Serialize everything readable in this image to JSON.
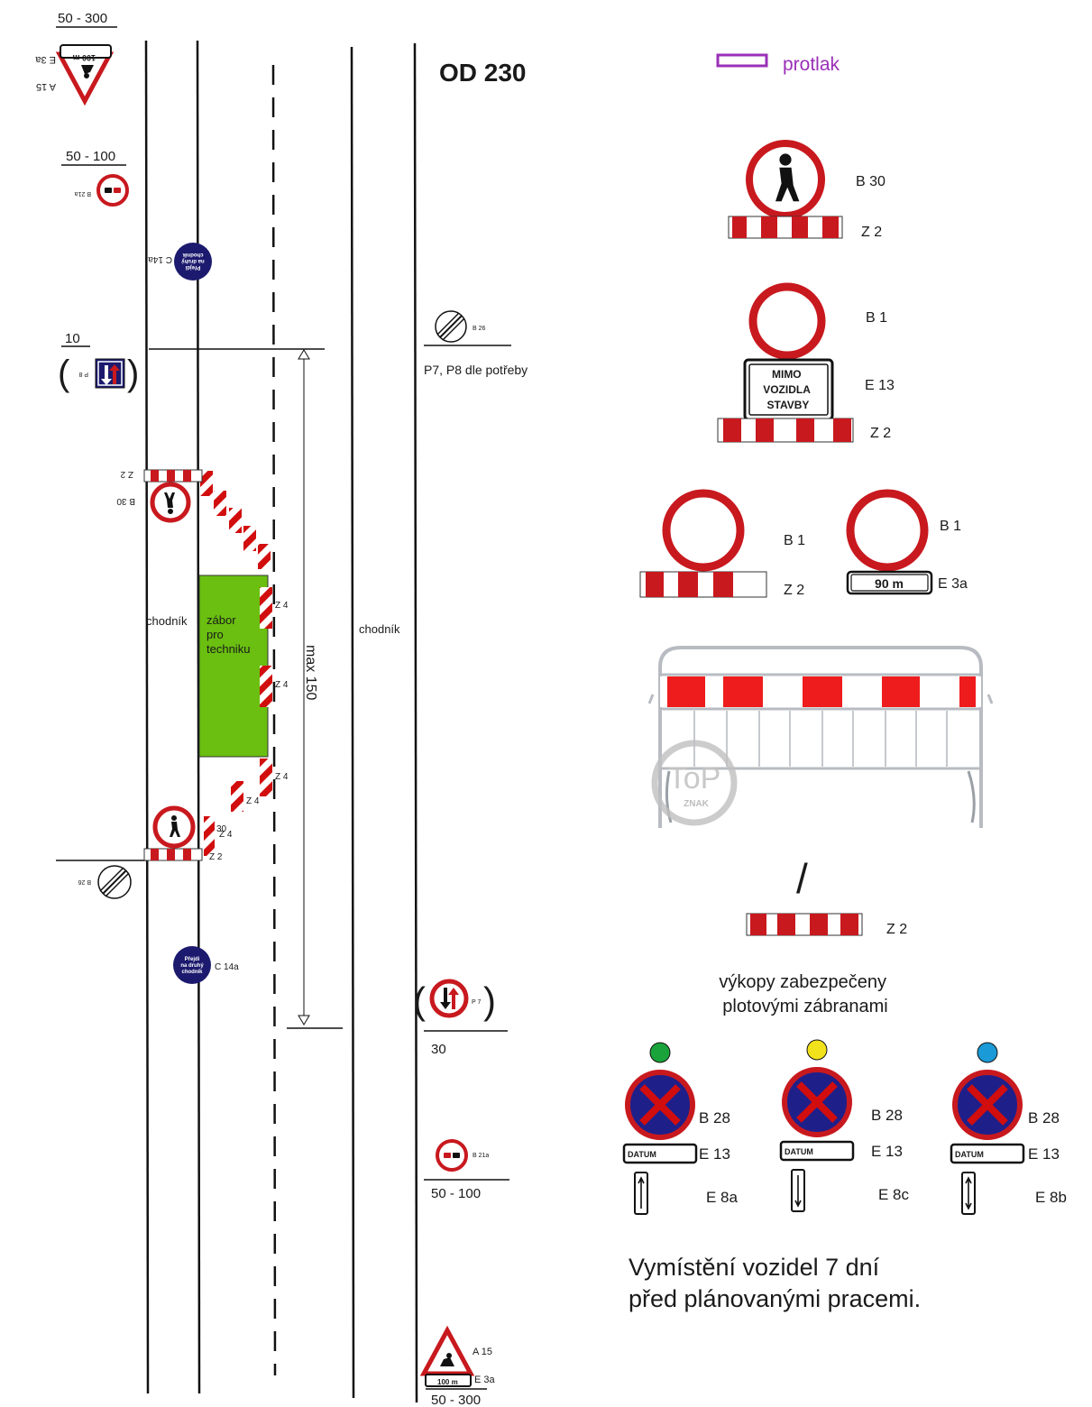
{
  "title": "OD 230",
  "legend": {
    "label": "protlak",
    "color": "#9b30b8"
  },
  "road": {
    "left_sidewalk": "chodník",
    "right_sidewalk": "chodník",
    "work_zone": [
      "zábor",
      "pro",
      "techniku"
    ],
    "work_zone_color": "#6abf10",
    "max_length": "max 150"
  },
  "left_side": {
    "dist_top": "50 - 300",
    "dist_b21a": "50 - 100",
    "dist_p8": "10",
    "dist_bottom_30": "30",
    "a15": "A 15",
    "e3a": "E 3a",
    "e3a_value": "100 m",
    "b21a": "B 21a",
    "c14a_top": "C 14a",
    "c14a_text": [
      "Přejdi",
      "na druhý",
      "chodník"
    ],
    "p8": "P 8",
    "z2_top": "Z 2",
    "b30_top": "B 30",
    "z4_a": "Z 4",
    "z4_b": "Z 4",
    "z4_c": "Z 4",
    "z4_d": "Z 4",
    "z4_e": "Z 4",
    "z2_bottom": "Z 2",
    "b26": "B 26",
    "c14a_bottom": "C 14a"
  },
  "right_side": {
    "b26": "B 26",
    "p7p8_note": "P7, P8 dle potřeby",
    "p7": "P 7",
    "dist_p7": "30",
    "b21a": "B 21a",
    "dist_b21a": "50 - 100",
    "a15": "A 15",
    "e3a": "E 3a",
    "e3a_value": "100 m",
    "dist_bottom": "50 - 300"
  },
  "sign_legend": {
    "b30": "B 30",
    "z2_a": "Z 2",
    "b1_a": "B 1",
    "e13": "E 13",
    "e13_text": [
      "MIMO",
      "VOZIDLA",
      "STAVBY"
    ],
    "z2_b": "Z 2",
    "b1_b": "B 1",
    "z2_c": "Z 2",
    "b1_c": "B 1",
    "e3a": "E 3a",
    "e3a_value": "90 m",
    "slash": "/",
    "z2_d": "Z 2",
    "fence_logo": "ToP",
    "fence_logo_sub": "ZNAK",
    "fence_note": [
      "výkopy zabezpečeny",
      "plotovými zábranami"
    ]
  },
  "parking": [
    {
      "dot": "#1aa33a",
      "b28": "B 28",
      "e13": "E 13",
      "e13_text": "DATUM",
      "e8": "E 8a",
      "arrows": "up"
    },
    {
      "dot": "#f2e21c",
      "b28": "B 28",
      "e13": "E 13",
      "e13_text": "DATUM",
      "e8": "E 8c",
      "arrows": "down"
    },
    {
      "dot": "#1a9ad6",
      "b28": "B 28",
      "e13": "E 13",
      "e13_text": "DATUM",
      "e8": "E 8b",
      "arrows": "both"
    }
  ],
  "footer_note": [
    "Vymístění vozidel 7 dní",
    "před plánovanými pracemi."
  ]
}
